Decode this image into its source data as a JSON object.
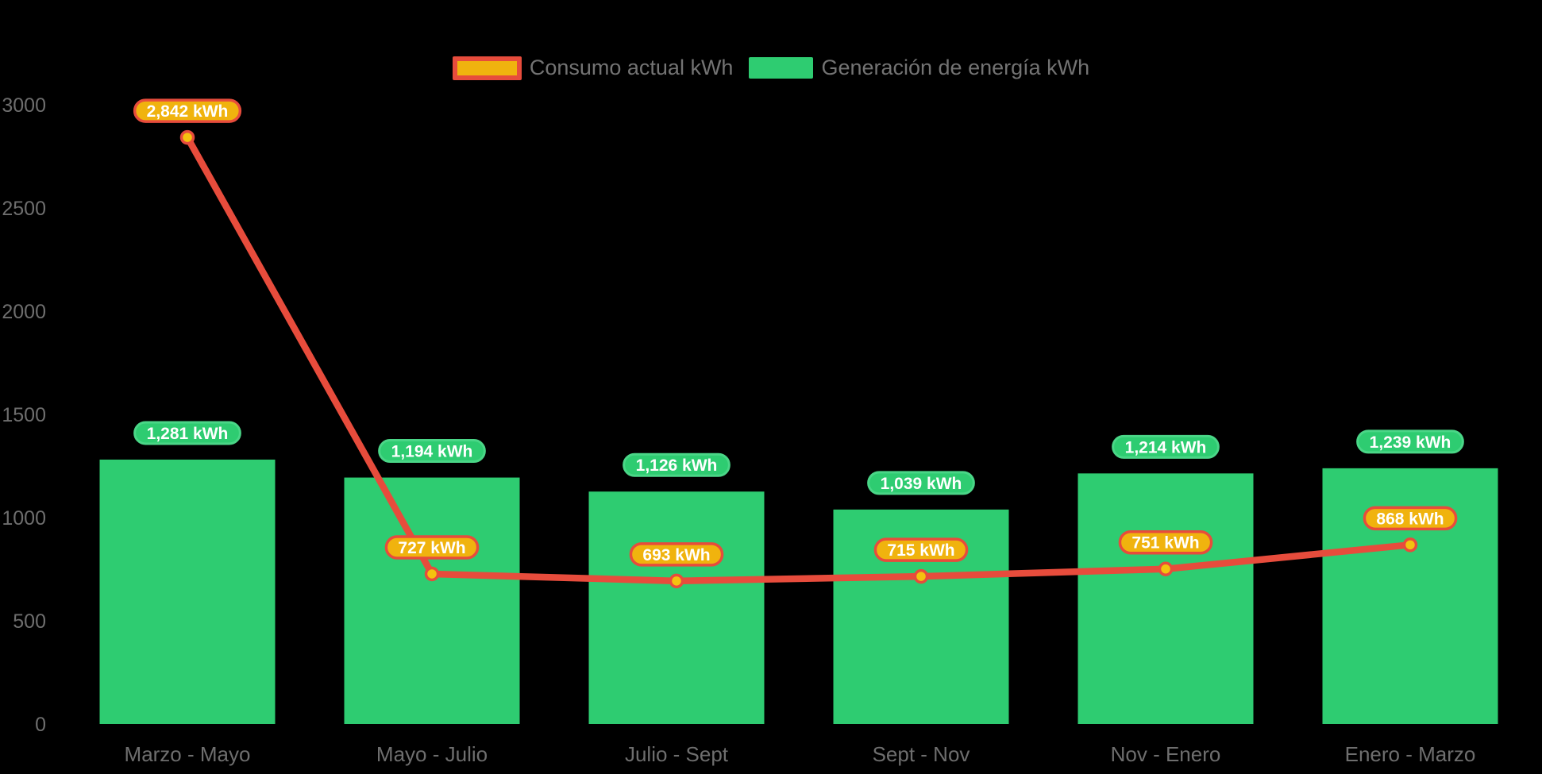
{
  "legend": {
    "consumo_label": "Consumo actual kWh",
    "generacion_label": "Generación de energía kWh"
  },
  "chart_data": {
    "type": "combo",
    "background": "#000000",
    "categories": [
      "Marzo - Mayo",
      "Mayo - Julio",
      "Julio - Sept",
      "Sept - Nov",
      "Nov - Enero",
      "Enero - Marzo"
    ],
    "series": [
      {
        "name": "Consumo actual kWh",
        "type": "line",
        "values": [
          2842,
          727,
          693,
          715,
          751,
          868
        ],
        "labels": [
          "2,842 kWh",
          "727 kWh",
          "693 kWh",
          "715 kWh",
          "751 kWh",
          "868 kWh"
        ],
        "color": "#e74c3c",
        "marker_fill": "#f4c20f",
        "label_fill": "#f0b30e",
        "label_border": "#e74c3c"
      },
      {
        "name": "Generación de energía kWh",
        "type": "bar",
        "values": [
          1281,
          1194,
          1126,
          1039,
          1214,
          1239
        ],
        "labels": [
          "1,281 kWh",
          "1,194 kWh",
          "1,126 kWh",
          "1,039 kWh",
          "1,214 kWh",
          "1,239 kWh"
        ],
        "color": "#2ecc71",
        "label_fill": "#2ecc71",
        "label_border": "#4ad687"
      }
    ],
    "y_ticks": [
      0,
      500,
      1000,
      1500,
      2000,
      2500,
      3000
    ],
    "ylim": [
      0,
      3250
    ],
    "grid": false,
    "legend_position": "top-center",
    "axis_text_color": "#6e6e6e",
    "value_label_text_color": "#ffffff"
  }
}
